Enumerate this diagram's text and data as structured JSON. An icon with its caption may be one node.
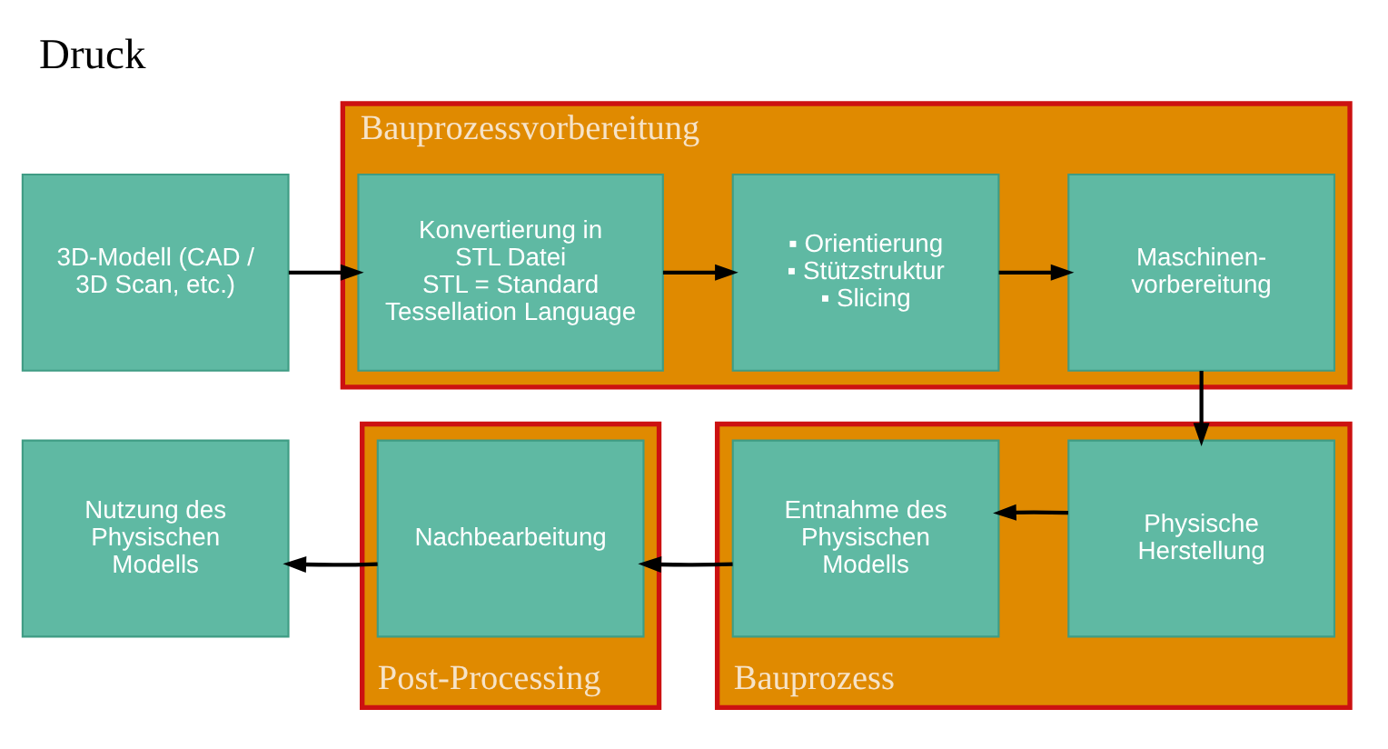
{
  "diagram": {
    "title": "Druck",
    "nodes": [
      {
        "text": [
          "Bauprozessvorbereitung"
        ]
      },
      {
        "text": [
          "3D-Modell (CAD / 3D Scan, etc.)"
        ]
      },
      {
        "text": [
          "Konvertierung in STL Datei",
          "STL = Standard Tessellation Language"
        ],
        "in": 0
      },
      {
        "text": [
          "▪ Orientierung",
          "▪ Stützstruktur",
          "▪ Slicing"
        ],
        "in": 0
      },
      {
        "text": [
          "Maschinen- vorbereitung"
        ],
        "in": 0
      },
      {
        "text": [
          "Nutzung des Physischen Modells"
        ]
      },
      {
        "text": [
          "Post-Processing"
        ]
      },
      {
        "text": [
          "Nachbearbeitung"
        ],
        "in": 6
      },
      {
        "text": [
          "Bauprozess"
        ]
      },
      {
        "text": [
          "Entnahme des Physischen Modells"
        ],
        "in": 8
      },
      {
        "text": [
          "Physische Herstellung"
        ],
        "in": 8
      }
    ],
    "edges": [
      {
        "from": 1,
        "to": 2,
        "arrow": "to"
      },
      {
        "from": 2,
        "to": 3,
        "arrow": "to"
      },
      {
        "from": 3,
        "to": 4,
        "arrow": "to"
      },
      {
        "from": 4,
        "to": 10,
        "arrow": "to"
      },
      {
        "from": 10,
        "to": 9,
        "arrow": "to"
      },
      {
        "from": 9,
        "to": 7,
        "arrow": "to"
      },
      {
        "from": 7,
        "to": 5,
        "arrow": "to"
      }
    ]
  }
}
